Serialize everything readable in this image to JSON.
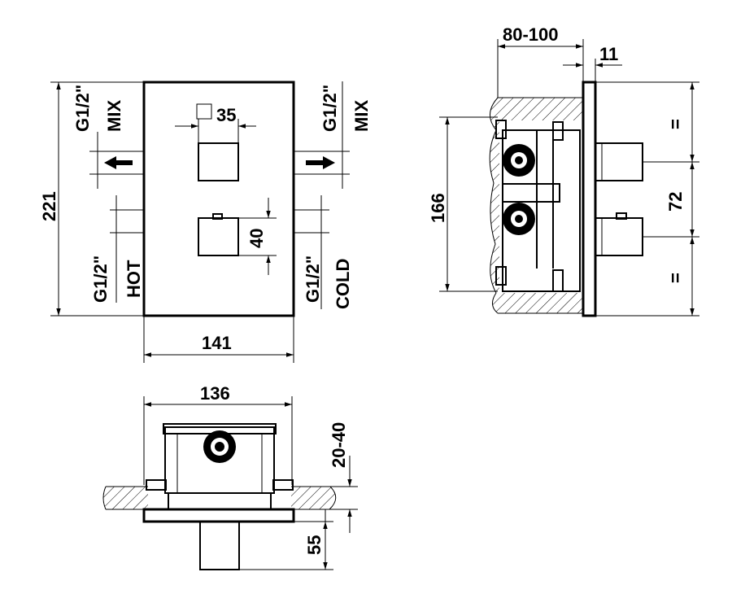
{
  "front_view": {
    "height_221": "221",
    "width_141": "141",
    "square_35": "35",
    "dim_40": "40",
    "left_top_thread": "G1/2\"",
    "left_top_port": "MIX",
    "right_top_thread": "G1/2\"",
    "right_top_port": "MIX",
    "left_bottom_thread": "G1/2\"",
    "left_bottom_port": "HOT",
    "right_bottom_thread": "G1/2\"",
    "right_bottom_port": "COLD"
  },
  "side_view": {
    "depth": "80-100",
    "plate": "11",
    "height_166": "166",
    "center_72": "72",
    "equal_top": "=",
    "equal_bottom": "="
  },
  "top_view": {
    "width_136": "136",
    "range": "20-40",
    "protrusion": "55"
  }
}
